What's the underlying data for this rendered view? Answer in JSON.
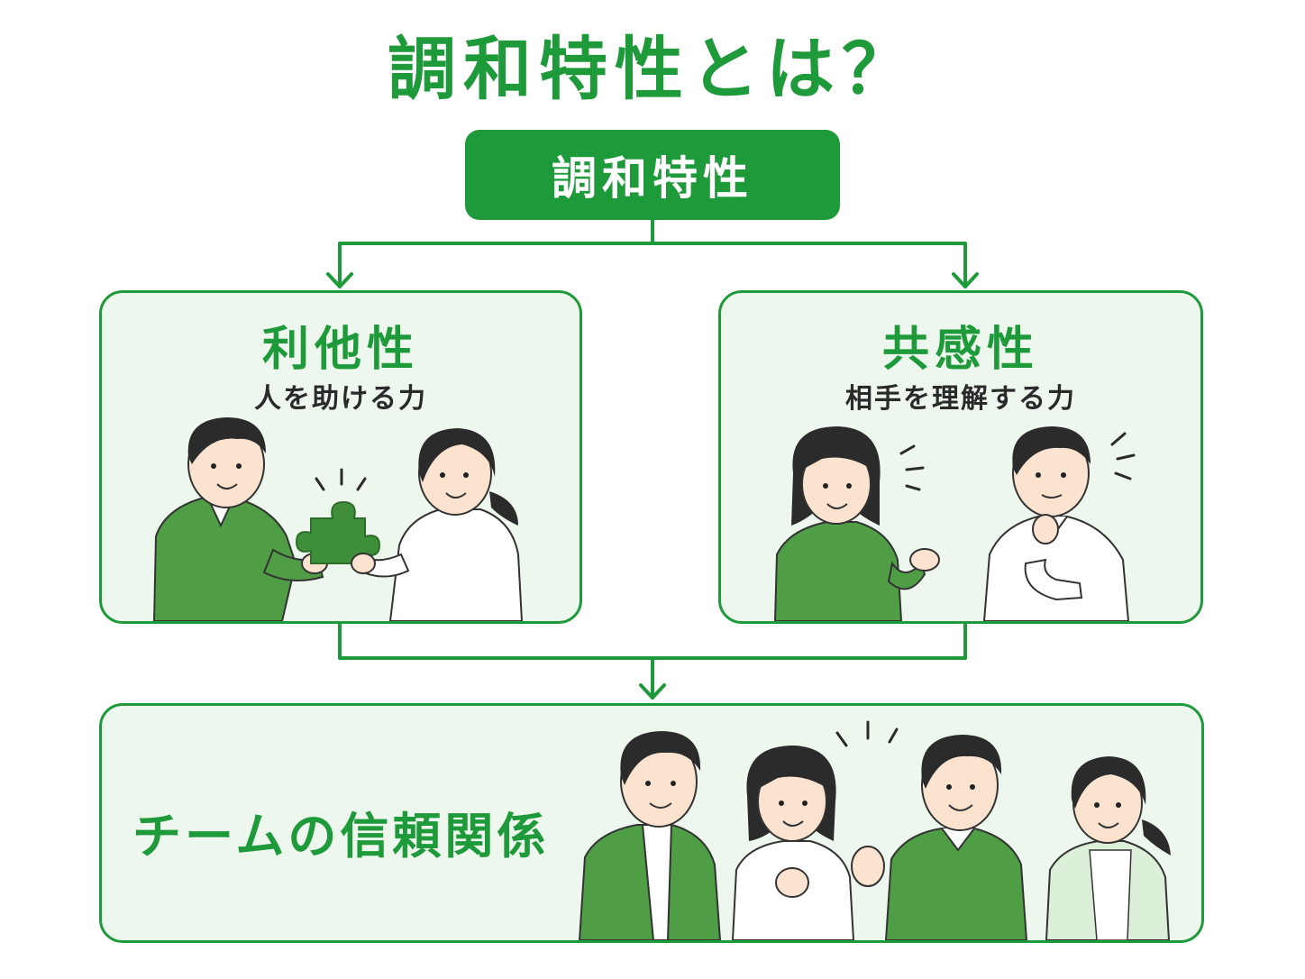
{
  "title": "調和特性とは？",
  "root": {
    "label": "調和特性"
  },
  "cards": [
    {
      "title": "利他性",
      "subtitle": "人を助ける力"
    },
    {
      "title": "共感性",
      "subtitle": "相手を理解する力"
    }
  ],
  "bottom": {
    "label": "チームの信頼関係"
  },
  "colors": {
    "accent": "#1e9a3a",
    "card_bg": "#eef7ee",
    "text_dark": "#2a2a2a",
    "shirt_white": "#ffffff",
    "skin": "#fbe3d0",
    "hair": "#2b2b2b",
    "sweater_green": "#4f9e45"
  },
  "icons": [
    "puzzle-piece-icon",
    "sparkle-icon",
    "people-illustration"
  ]
}
